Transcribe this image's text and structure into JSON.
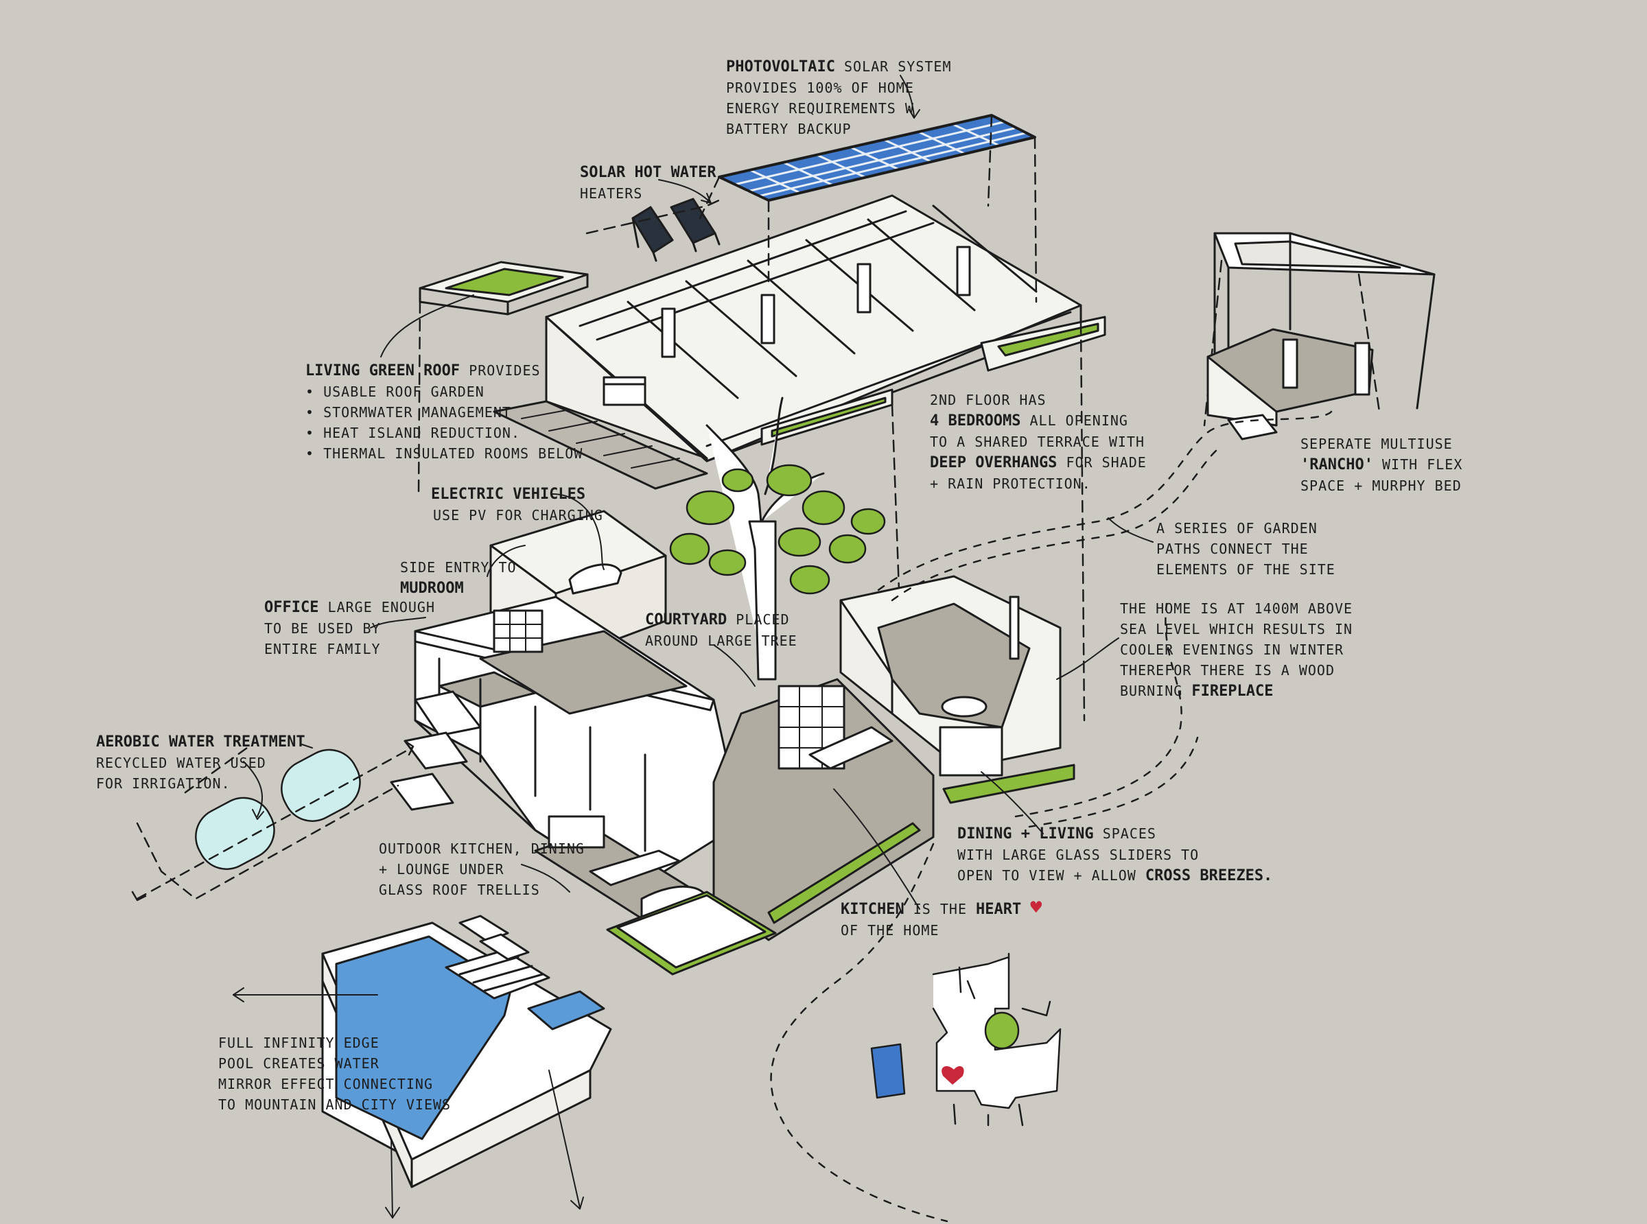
{
  "colors": {
    "background": "#cdcac4",
    "ink": "#1d1d1d",
    "green_roof": "#8cbc3c",
    "solar_blue": "#3f78c8",
    "pool_blue": "#5b9bd8",
    "heart": "#c8283a",
    "floor_tone": "#b0aca2"
  },
  "annotations": {
    "pv": {
      "bold": "Photovoltaic",
      "rest": " solar system",
      "lines": [
        "provides 100% of home",
        "energy requirements w",
        "battery backup"
      ]
    },
    "solar_hot_water": {
      "bold": "Solar hot water",
      "lines": [
        "heaters"
      ]
    },
    "green_roof": {
      "bold": "Living green roof",
      "rest": " provides",
      "lines": [
        "• usable roof garden",
        "• stormwater management",
        "• heat island reduction.",
        "• thermal insulated rooms below"
      ]
    },
    "second_floor": {
      "pre": "2nd floor has",
      "bold1": "4 bedrooms",
      "rest1": " all opening",
      "l3": "to a shared terrace with",
      "bold2": "deep overhangs",
      "rest2": " for shade",
      "l5": "+ rain protection."
    },
    "rancho": {
      "l1": "seperate multiuse",
      "bold": "'Rancho'",
      "rest": " with flex",
      "l3": "space + murphy bed"
    },
    "ev": {
      "bold": "Electric vehicles",
      "lines": [
        "use pv for charging"
      ]
    },
    "side_entry": {
      "l1": "side entry to",
      "bold": "mudroom"
    },
    "office": {
      "bold": "Office",
      "rest": " large enough",
      "lines": [
        "to be used by",
        "entire family"
      ]
    },
    "courtyard": {
      "bold": "Courtyard",
      "rest": " placed",
      "lines": [
        "around large tree"
      ]
    },
    "garden_paths": {
      "lines": [
        "A series of garden",
        "paths connect the",
        "elements of the site"
      ]
    },
    "fireplace": {
      "lines": [
        "The home is at 1400m above",
        "sea level which results in",
        "cooler evenings in winter",
        "therefor there is a wood"
      ],
      "pre": "burning ",
      "bold": "fireplace"
    },
    "aerobic": {
      "bold": "Aerobic water treatment",
      "lines": [
        "recycled water used",
        "for irrigation."
      ]
    },
    "outdoor_kitchen": {
      "lines": [
        "outdoor kitchen, dining",
        "+ lounge under",
        "glass roof trellis"
      ]
    },
    "dining": {
      "bold": "Dining + living",
      "rest": " spaces",
      "l2": "with large glass sliders to",
      "pre3": "open to view + allow ",
      "bold3": "cross breezes."
    },
    "kitchen": {
      "bold": "Kitchen",
      "rest": " is the ",
      "bold2": "heart",
      "l2": "of the home"
    },
    "pool": {
      "lines": [
        "full infinity edge",
        "pool creates water",
        "mirror effect connecting",
        "to mountain and city views"
      ]
    }
  }
}
